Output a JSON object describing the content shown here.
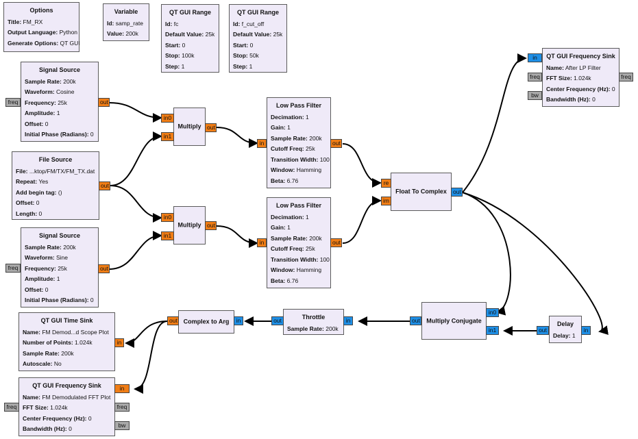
{
  "options": {
    "title": "Options",
    "params": [
      {
        "k": "Title:",
        "v": "FM_RX"
      },
      {
        "k": "Output Language:",
        "v": "Python"
      },
      {
        "k": "Generate Options:",
        "v": "QT GUI"
      }
    ]
  },
  "variable": {
    "title": "Variable",
    "params": [
      {
        "k": "Id:",
        "v": "samp_rate"
      },
      {
        "k": "Value:",
        "v": "200k"
      }
    ]
  },
  "range_fc": {
    "title": "QT GUI Range",
    "params": [
      {
        "k": "Id:",
        "v": "fc"
      },
      {
        "k": "Default Value:",
        "v": "25k"
      },
      {
        "k": "Start:",
        "v": "0"
      },
      {
        "k": "Stop:",
        "v": "100k"
      },
      {
        "k": "Step:",
        "v": "1"
      }
    ]
  },
  "range_fcut": {
    "title": "QT GUI Range",
    "params": [
      {
        "k": "Id:",
        "v": "f_cut_off"
      },
      {
        "k": "Default Value:",
        "v": "25k"
      },
      {
        "k": "Start:",
        "v": "0"
      },
      {
        "k": "Stop:",
        "v": "50k"
      },
      {
        "k": "Step:",
        "v": "1"
      }
    ]
  },
  "sig1": {
    "title": "Signal Source",
    "params": [
      {
        "k": "Sample Rate:",
        "v": "200k"
      },
      {
        "k": "Waveform:",
        "v": "Cosine"
      },
      {
        "k": "Frequency:",
        "v": "25k"
      },
      {
        "k": "Amplitude:",
        "v": "1"
      },
      {
        "k": "Offset:",
        "v": "0"
      },
      {
        "k": "Initial Phase (Radians):",
        "v": "0"
      }
    ]
  },
  "file": {
    "title": "File Source",
    "params": [
      {
        "k": "File:",
        "v": "...ktop/FM/TX/FM_TX.dat"
      },
      {
        "k": "Repeat:",
        "v": "Yes"
      },
      {
        "k": "Add begin tag:",
        "v": "()"
      },
      {
        "k": "Offset:",
        "v": "0"
      },
      {
        "k": "Length:",
        "v": "0"
      }
    ]
  },
  "sig2": {
    "title": "Signal Source",
    "params": [
      {
        "k": "Sample Rate:",
        "v": "200k"
      },
      {
        "k": "Waveform:",
        "v": "Sine"
      },
      {
        "k": "Frequency:",
        "v": "25k"
      },
      {
        "k": "Amplitude:",
        "v": "1"
      },
      {
        "k": "Offset:",
        "v": "0"
      },
      {
        "k": "Initial Phase (Radians):",
        "v": "0"
      }
    ]
  },
  "mult1": {
    "title": "Multiply"
  },
  "mult2": {
    "title": "Multiply"
  },
  "lpf1": {
    "title": "Low Pass Filter",
    "params": [
      {
        "k": "Decimation:",
        "v": "1"
      },
      {
        "k": "Gain:",
        "v": "1"
      },
      {
        "k": "Sample Rate:",
        "v": "200k"
      },
      {
        "k": "Cutoff Freq:",
        "v": "25k"
      },
      {
        "k": "Transition Width:",
        "v": "100"
      },
      {
        "k": "Window:",
        "v": "Hamming"
      },
      {
        "k": "Beta:",
        "v": "6.76"
      }
    ]
  },
  "lpf2": {
    "title": "Low Pass Filter",
    "params": [
      {
        "k": "Decimation:",
        "v": "1"
      },
      {
        "k": "Gain:",
        "v": "1"
      },
      {
        "k": "Sample Rate:",
        "v": "200k"
      },
      {
        "k": "Cutoff Freq:",
        "v": "25k"
      },
      {
        "k": "Transition Width:",
        "v": "100"
      },
      {
        "k": "Window:",
        "v": "Hamming"
      },
      {
        "k": "Beta:",
        "v": "6.76"
      }
    ]
  },
  "f2c": {
    "title": "Float To Complex"
  },
  "fsink1": {
    "title": "QT GUI Frequency Sink",
    "params": [
      {
        "k": "Name:",
        "v": "After LP Filter"
      },
      {
        "k": "FFT Size:",
        "v": "1.024k"
      },
      {
        "k": "Center Frequency (Hz):",
        "v": "0"
      },
      {
        "k": "Bandwidth (Hz):",
        "v": "0"
      }
    ]
  },
  "mconj": {
    "title": "Multiply Conjugate"
  },
  "delay": {
    "title": "Delay",
    "params": [
      {
        "k": "Delay:",
        "v": "1"
      }
    ]
  },
  "throttle": {
    "title": "Throttle",
    "params": [
      {
        "k": "Sample Rate:",
        "v": "200k"
      }
    ]
  },
  "c2arg": {
    "title": "Complex to Arg"
  },
  "tsink": {
    "title": "QT GUI Time Sink",
    "params": [
      {
        "k": "Name:",
        "v": "FM Demod...d Scope Plot"
      },
      {
        "k": "Number of Points:",
        "v": "1.024k"
      },
      {
        "k": "Sample Rate:",
        "v": "200k"
      },
      {
        "k": "Autoscale:",
        "v": "No"
      }
    ]
  },
  "fsink2": {
    "title": "QT GUI Frequency Sink",
    "params": [
      {
        "k": "Name:",
        "v": "FM Demodulated FFT Plot"
      },
      {
        "k": "FFT Size:",
        "v": "1.024k"
      },
      {
        "k": "Center Frequency (Hz):",
        "v": "0"
      },
      {
        "k": "Bandwidth (Hz):",
        "v": "0"
      }
    ]
  },
  "ports": {
    "out": "out",
    "in": "in",
    "in0": "in0",
    "in1": "in1",
    "re": "re",
    "im": "im",
    "freq": "freq",
    "bw": "bw"
  },
  "colors": {
    "float_port": "#f07d15",
    "complex_port": "#1e8fe6",
    "message_port": "#a9a9a9",
    "block_fill": "#efeaf8"
  }
}
